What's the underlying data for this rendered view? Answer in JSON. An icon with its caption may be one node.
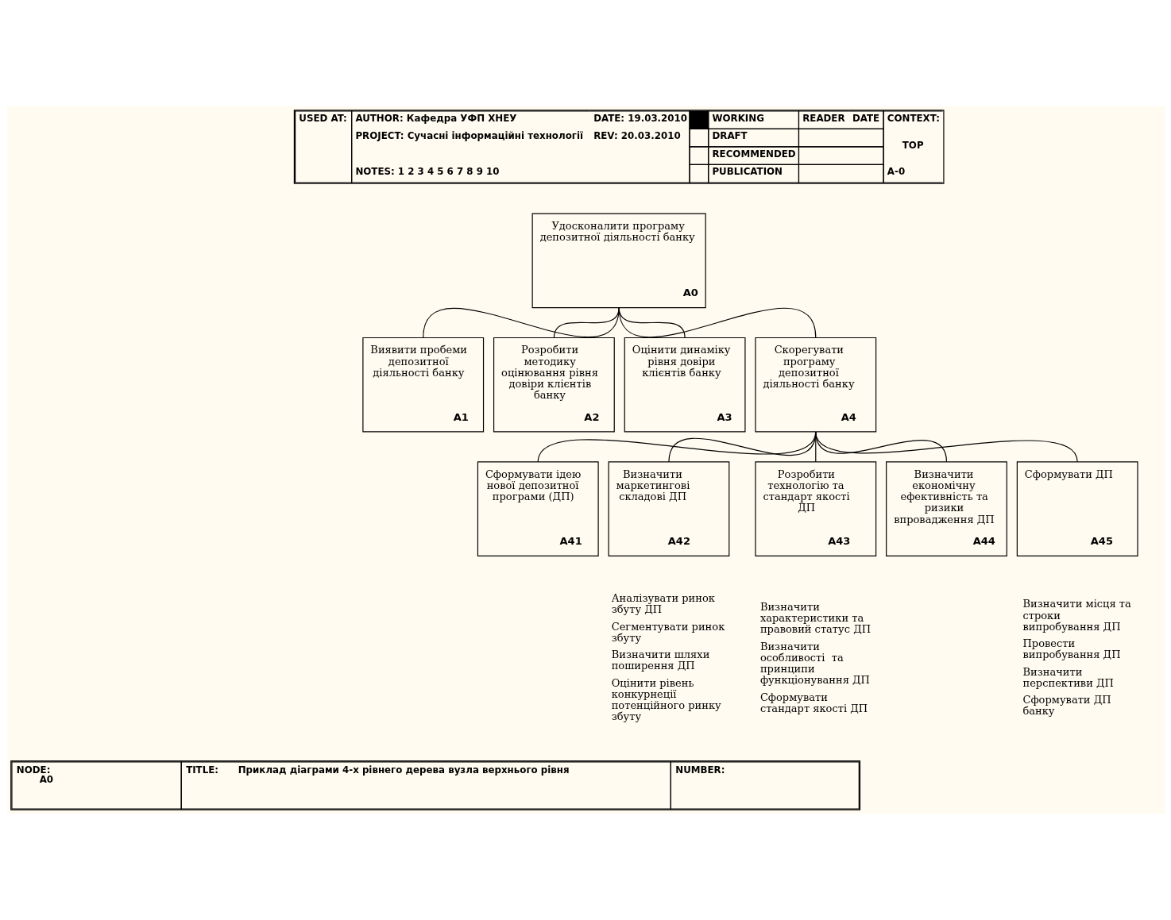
{
  "diagram": {
    "nodes": [
      {
        "text": [
          "Удосконалити програму депозитної діяльності банку",
          "A0"
        ]
      },
      {
        "text": [
          "Виявити пробеми депозитної діяльності банку",
          "A1"
        ]
      },
      {
        "text": [
          "Розробити методику оцінювання рівня довіри клієнтів банку",
          "A2"
        ]
      },
      {
        "text": [
          "Оцінити динаміку рівня довіри клієнтів банку",
          "A3"
        ]
      },
      {
        "text": [
          "Скорегувати програму депозитної діяльності банку",
          "A4"
        ]
      },
      {
        "text": [
          "Сформувати ідею нової депозитної програми (ДП)",
          "A41"
        ]
      },
      {
        "text": [
          "Визначити маркетингові складові ДП",
          "A42"
        ],
        "beside": [
          "Аналізувати ринок збуту ДП",
          "Сегментувати ринок збуту",
          "Визначити шляхи поширення ДП",
          "Оцінити рівень конкурнеції потенційного ринку збуту"
        ]
      },
      {
        "text": [
          "Розробити технологію та стандарт якості ДП",
          "A43"
        ],
        "beside": [
          "Визначити характеристики та правовий статус ДП",
          "Визначити особливості  та принципи функціонування ДП",
          "Сформувати стандарт якості ДП"
        ]
      },
      {
        "text": [
          "Визначити економічну ефективність та ризики впровадження ДП",
          "A44"
        ]
      },
      {
        "text": [
          "Сформувати ДП",
          "A45"
        ],
        "beside": [
          "Визначити місця та строки випробування ДП",
          "Провести випробування ДП",
          "Визначити перспективи ДП",
          "Сформувати ДП банку"
        ]
      }
    ],
    "edges": [
      {
        "from": 0,
        "to": 1,
        "arrow": "none"
      },
      {
        "from": 0,
        "to": 2,
        "arrow": "none"
      },
      {
        "from": 0,
        "to": 3,
        "arrow": "none"
      },
      {
        "from": 0,
        "to": 4,
        "arrow": "none"
      },
      {
        "from": 4,
        "to": 5,
        "arrow": "none"
      },
      {
        "from": 4,
        "to": 6,
        "arrow": "none"
      },
      {
        "from": 4,
        "to": 7,
        "arrow": "none"
      },
      {
        "from": 4,
        "to": 8,
        "arrow": "none"
      },
      {
        "from": 4,
        "to": 9,
        "arrow": "none"
      }
    ],
    "labels": [
      "USED AT:",
      "AUTHOR: Кафедра УФП ХНЕУ",
      "DATE: 19.03.2010",
      "WORKING",
      "READER",
      "DATE",
      "CONTEXT:",
      "PROJECT: Сучасні інформаційні технології",
      "REV: 20.03.2010",
      "DRAFT",
      "TOP",
      "RECOMMENDED",
      "NOTES: 1 2 3 4 5 6 7 8 9 10",
      "PUBLICATION",
      "A-0",
      "NODE:",
      "A0",
      "TITLE:",
      "Приклад діаграми 4-х рівнего дерева вузла верхнього рівня",
      "NUMBER:"
    ]
  }
}
